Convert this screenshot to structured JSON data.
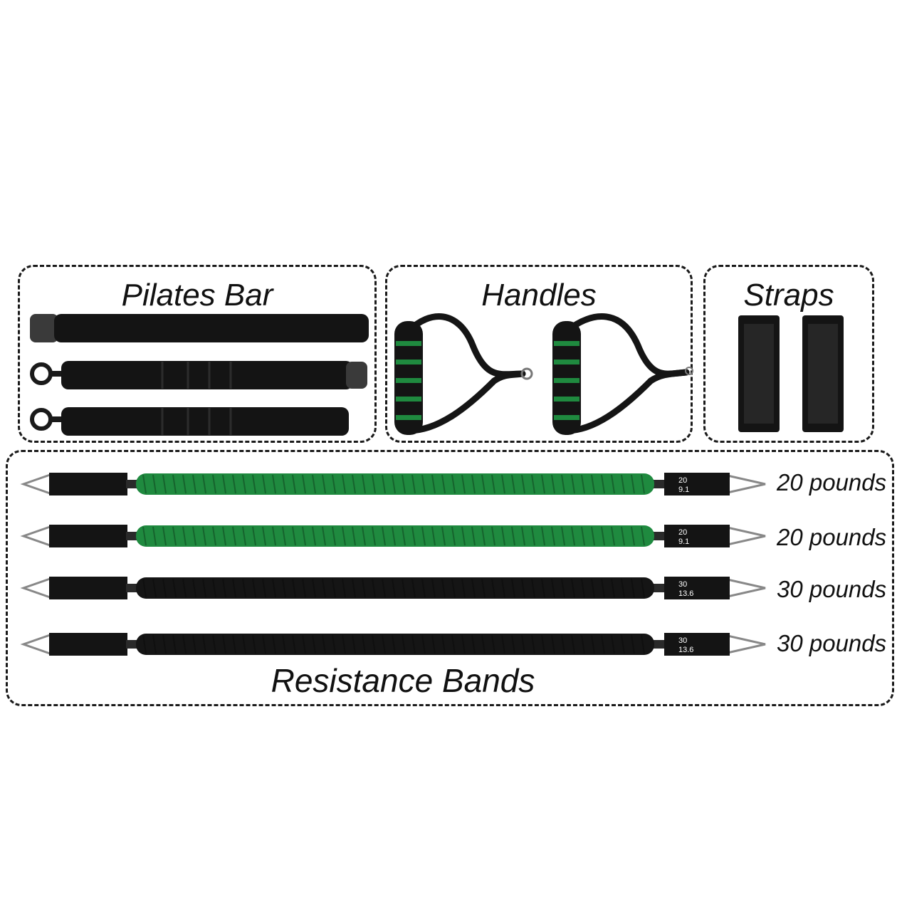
{
  "panels": {
    "pilates_bar": {
      "title": "Pilates Bar"
    },
    "handles": {
      "title": "Handles"
    },
    "straps": {
      "title": "Straps"
    },
    "resistance_bands": {
      "title": "Resistance Bands"
    }
  },
  "bands": [
    {
      "label": "20 pounds",
      "tag_top": "20",
      "tag_bottom": "9.1",
      "color": "#1f8a3f"
    },
    {
      "label": "20 pounds",
      "tag_top": "20",
      "tag_bottom": "9.1",
      "color": "#1f8a3f"
    },
    {
      "label": "30 pounds",
      "tag_top": "30",
      "tag_bottom": "13.6",
      "color": "#151515"
    },
    {
      "label": "30 pounds",
      "tag_top": "30",
      "tag_bottom": "13.6",
      "color": "#151515"
    }
  ],
  "colors": {
    "accent_green": "#1f8a3f",
    "foam_black": "#141414",
    "border": "#1a1a1a"
  }
}
